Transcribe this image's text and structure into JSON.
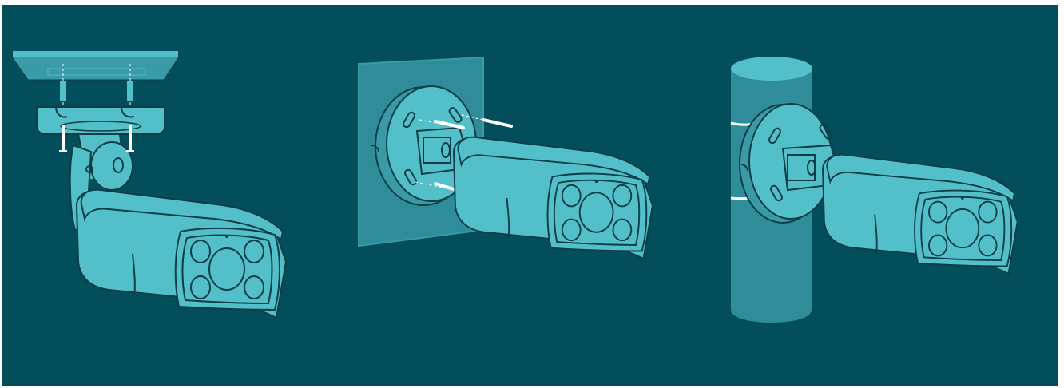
{
  "colors": {
    "background": "#034e5b",
    "camera_fill": "#52bfc9",
    "camera_shade": "#3a9aa5",
    "outline": "#0d3d47",
    "wall_fill": "#2e8d98",
    "screw": "#ffffff"
  },
  "panels": [
    {
      "mount": "ceiling-mount",
      "icon": "camera-ceiling-mount-icon"
    },
    {
      "mount": "wall-mount",
      "icon": "camera-wall-mount-icon"
    },
    {
      "mount": "pole-mount",
      "icon": "camera-pole-mount-icon"
    }
  ]
}
